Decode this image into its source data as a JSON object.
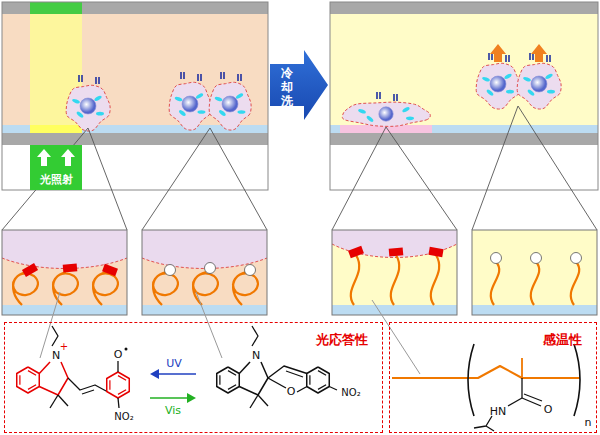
{
  "diagram": {
    "nodes": [
      {
        "text": [
          "光照射"
        ]
      },
      {
        "text": [
          "冷却 洗浄"
        ]
      },
      {
        "text": [
          "光応答性"
        ]
      },
      {
        "text": [
          "感温性"
        ]
      }
    ],
    "labels": [
      "UV",
      "Vis",
      "N",
      "+",
      "O",
      "NO₂",
      "N",
      "O",
      "NO₂",
      "HN",
      "O",
      "n"
    ]
  }
}
